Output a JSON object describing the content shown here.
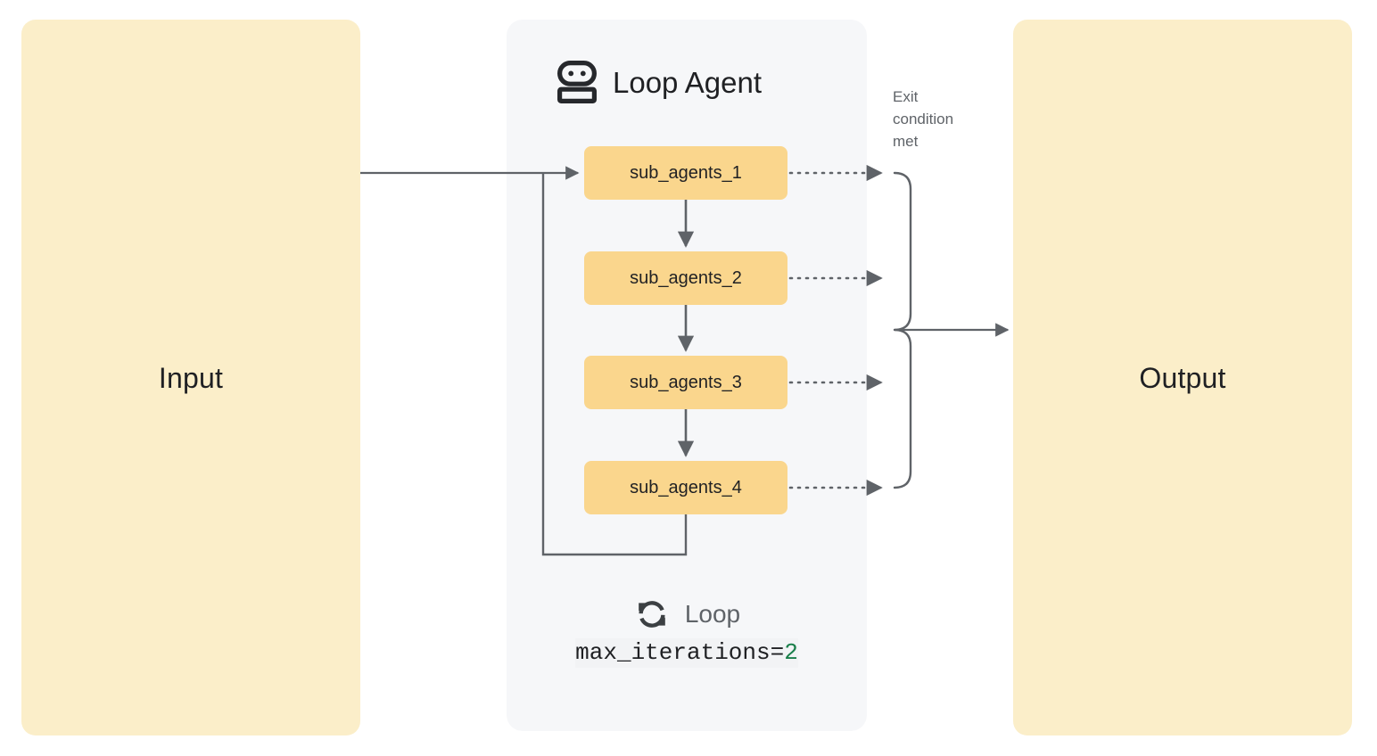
{
  "diagram": {
    "title": "Loop Agent",
    "robot_icon": "robot-icon",
    "loop_icon": "loop-refresh-icon"
  },
  "input_panel": {
    "label": "Input",
    "color": "#fbeec9"
  },
  "output_panel": {
    "label": "Output",
    "color": "#fbeec9"
  },
  "loop_agent": {
    "panel_color": "#f6f7f9",
    "box_color": "#fad68d",
    "sub_agents": [
      {
        "label": "sub_agents_1"
      },
      {
        "label": "sub_agents_2"
      },
      {
        "label": "sub_agents_3"
      },
      {
        "label": "sub_agents_4"
      }
    ]
  },
  "annotations": {
    "exit_condition": "Exit\ncondition\nmet",
    "loop_label": "Loop",
    "max_iterations_key": "max_iterations=",
    "max_iterations_value": "2"
  },
  "colors": {
    "connector": "#5f6368",
    "accent_green": "#1a7f4b",
    "text_primary": "#1f2023",
    "text_muted": "#5f6368"
  }
}
